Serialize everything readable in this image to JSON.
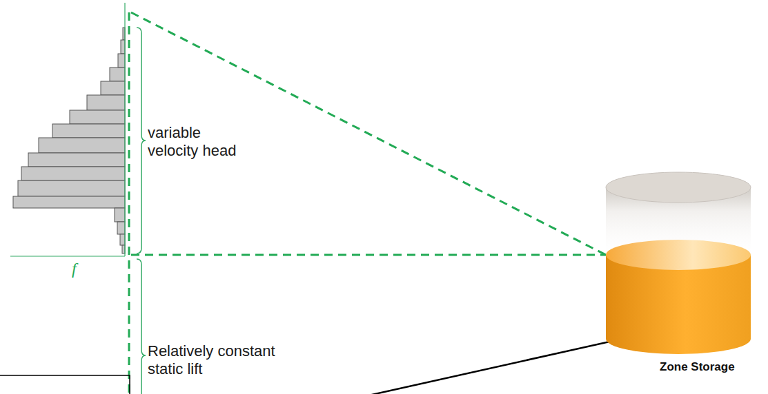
{
  "diagram": {
    "nodes": [
      {
        "text": [
          "Zone Storage"
        ]
      }
    ],
    "labels": [
      "variable velocity head",
      "Relatively constant static lift",
      "f"
    ]
  }
}
